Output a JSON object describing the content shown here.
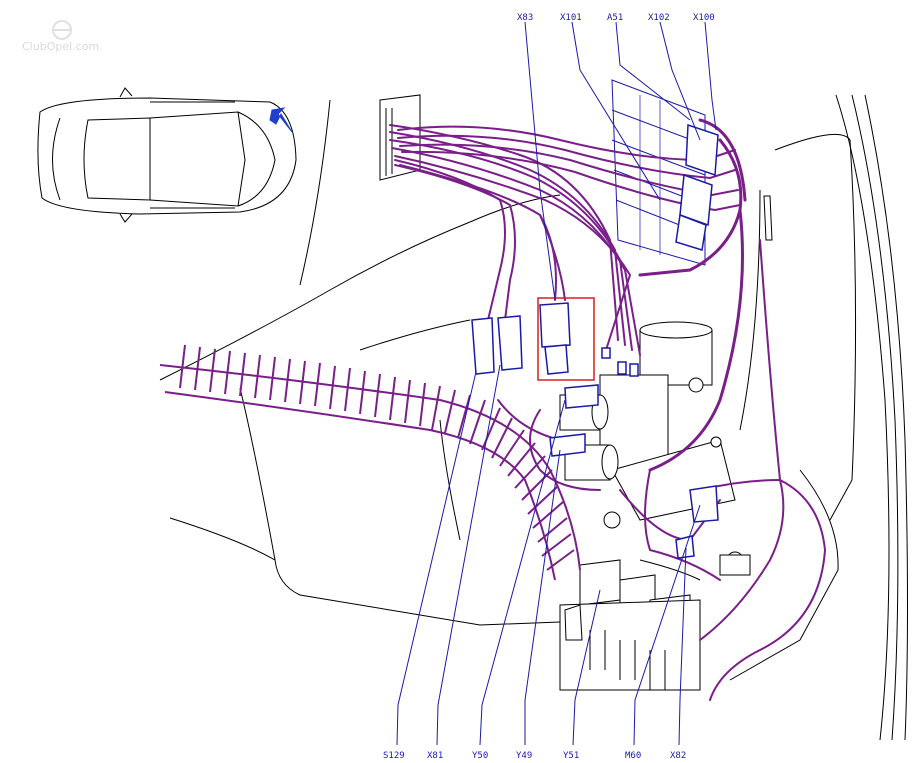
{
  "watermark": "ClubOpel.com",
  "colors": {
    "harness": "#7a1f8a",
    "label": "#1a1aa8",
    "highlight": "#d42020",
    "arrow": "#1f3fd0"
  },
  "labels": {
    "x83": "X83",
    "x101": "X101",
    "a51": "A51",
    "x102": "X102",
    "x100": "X100",
    "s129": "S129",
    "x81": "X81",
    "y50": "Y50",
    "y49": "Y49",
    "y51": "Y51",
    "m60": "M60",
    "x82": "X82"
  }
}
